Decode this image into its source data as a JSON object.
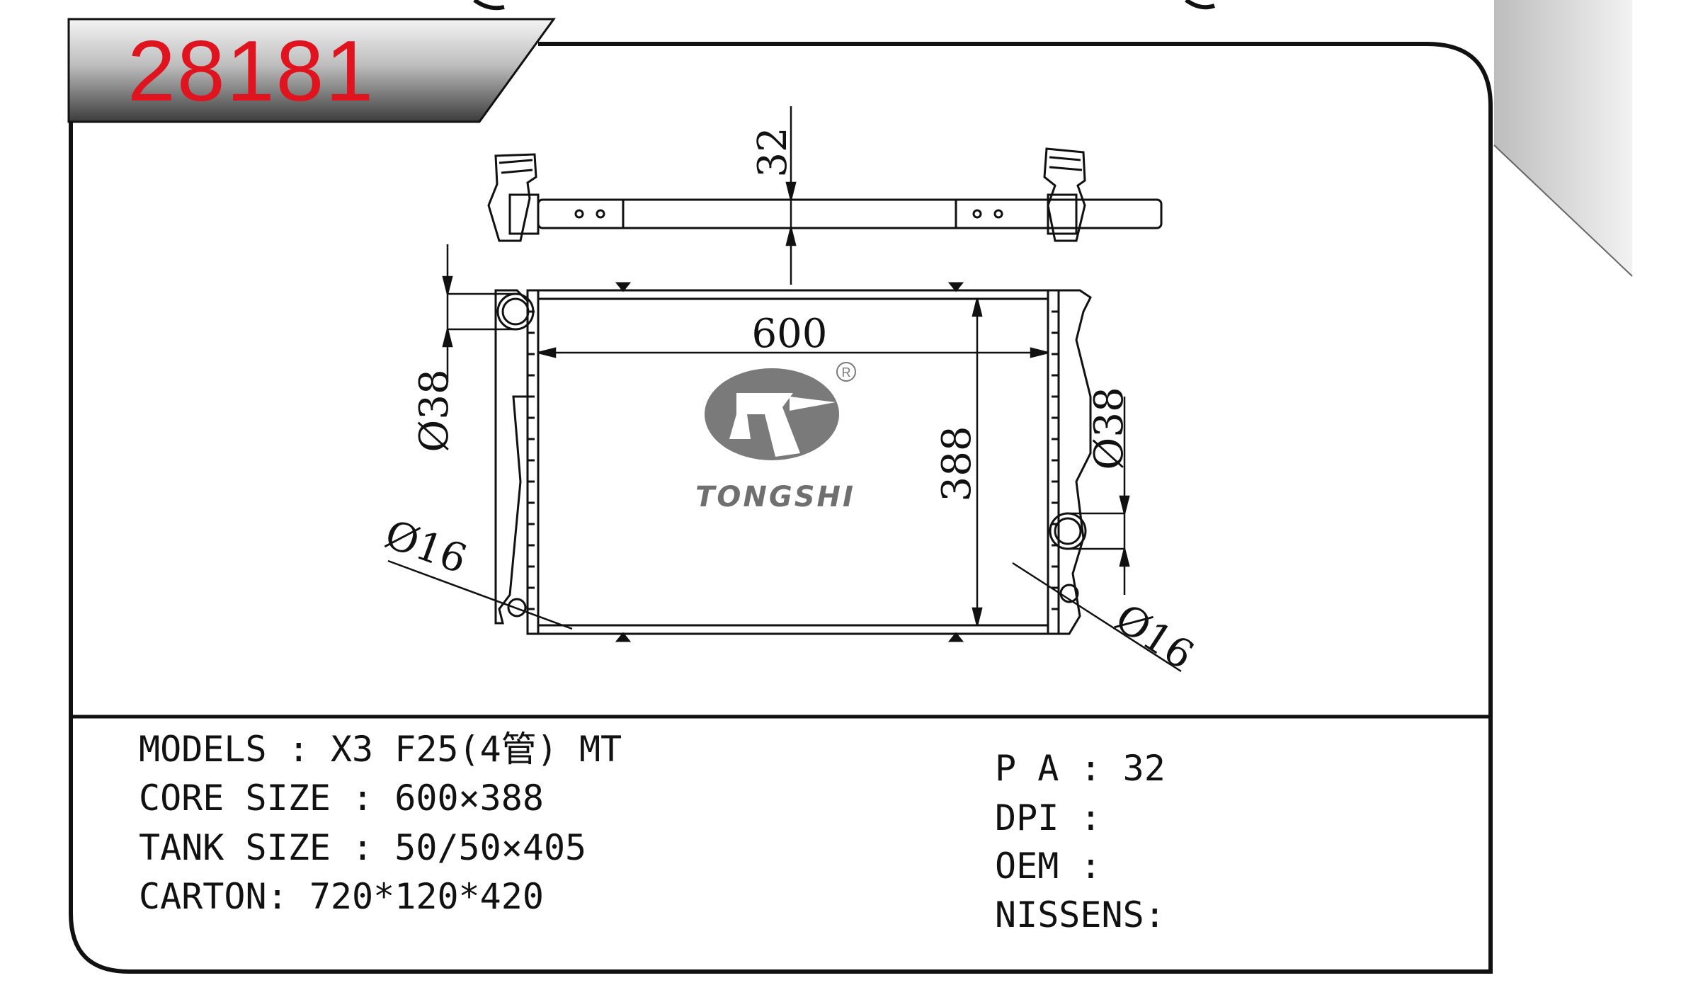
{
  "header": {
    "part_number": "28181"
  },
  "drawing": {
    "dimensions": {
      "top_bracket": "32",
      "core_width": "600",
      "core_height": "388",
      "left_pipe": "Ø38",
      "right_pipe": "Ø38",
      "left_small_pipe": "Ø16",
      "right_small_pipe": "Ø16"
    },
    "logo": {
      "brand": "TONGSHI",
      "registered_mark": "R"
    }
  },
  "specs": {
    "left": [
      {
        "label": "MODELS ",
        "value": ": X3 F25(4管) MT"
      },
      {
        "label": "CORE SIZE ",
        "value": ": 600×388"
      },
      {
        "label": "TANK SIZE ",
        "value": ": 50/50×405"
      },
      {
        "label": "CARTON",
        "value": ": 720*120*420"
      }
    ],
    "right": [
      {
        "label": "P A ",
        "value": ": 32"
      },
      {
        "label": "DPI ",
        "value": ":"
      },
      {
        "label": "OEM ",
        "value": ":"
      },
      {
        "label": "NISSENS",
        "value": ":"
      }
    ]
  },
  "colors": {
    "part_number": "#e0141e",
    "logo_gray": "#6f6f6f",
    "line": "#111111"
  }
}
